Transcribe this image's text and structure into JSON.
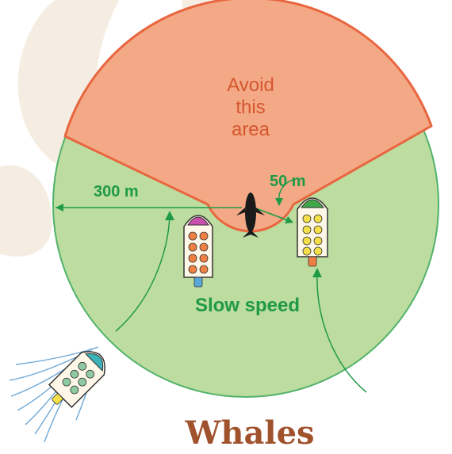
{
  "diagram": {
    "zone_labels": {
      "avoid": [
        "Avoid",
        "this",
        "area"
      ],
      "slow": "Slow speed"
    },
    "distances": {
      "outer": "300 m",
      "inner": "50 m"
    },
    "title": "Whales"
  },
  "colors": {
    "slow_zone": "#bddca0",
    "slow_zone_border": "#52b26a",
    "avoid_zone": "#f4a986",
    "avoid_zone_border": "#e8663f",
    "green_text": "#1f9a47",
    "orange_text": "#d4572e",
    "title": "#a0522d",
    "background_shape": "#f4ece0"
  },
  "icons": [
    "whale-icon",
    "boat-icon"
  ]
}
